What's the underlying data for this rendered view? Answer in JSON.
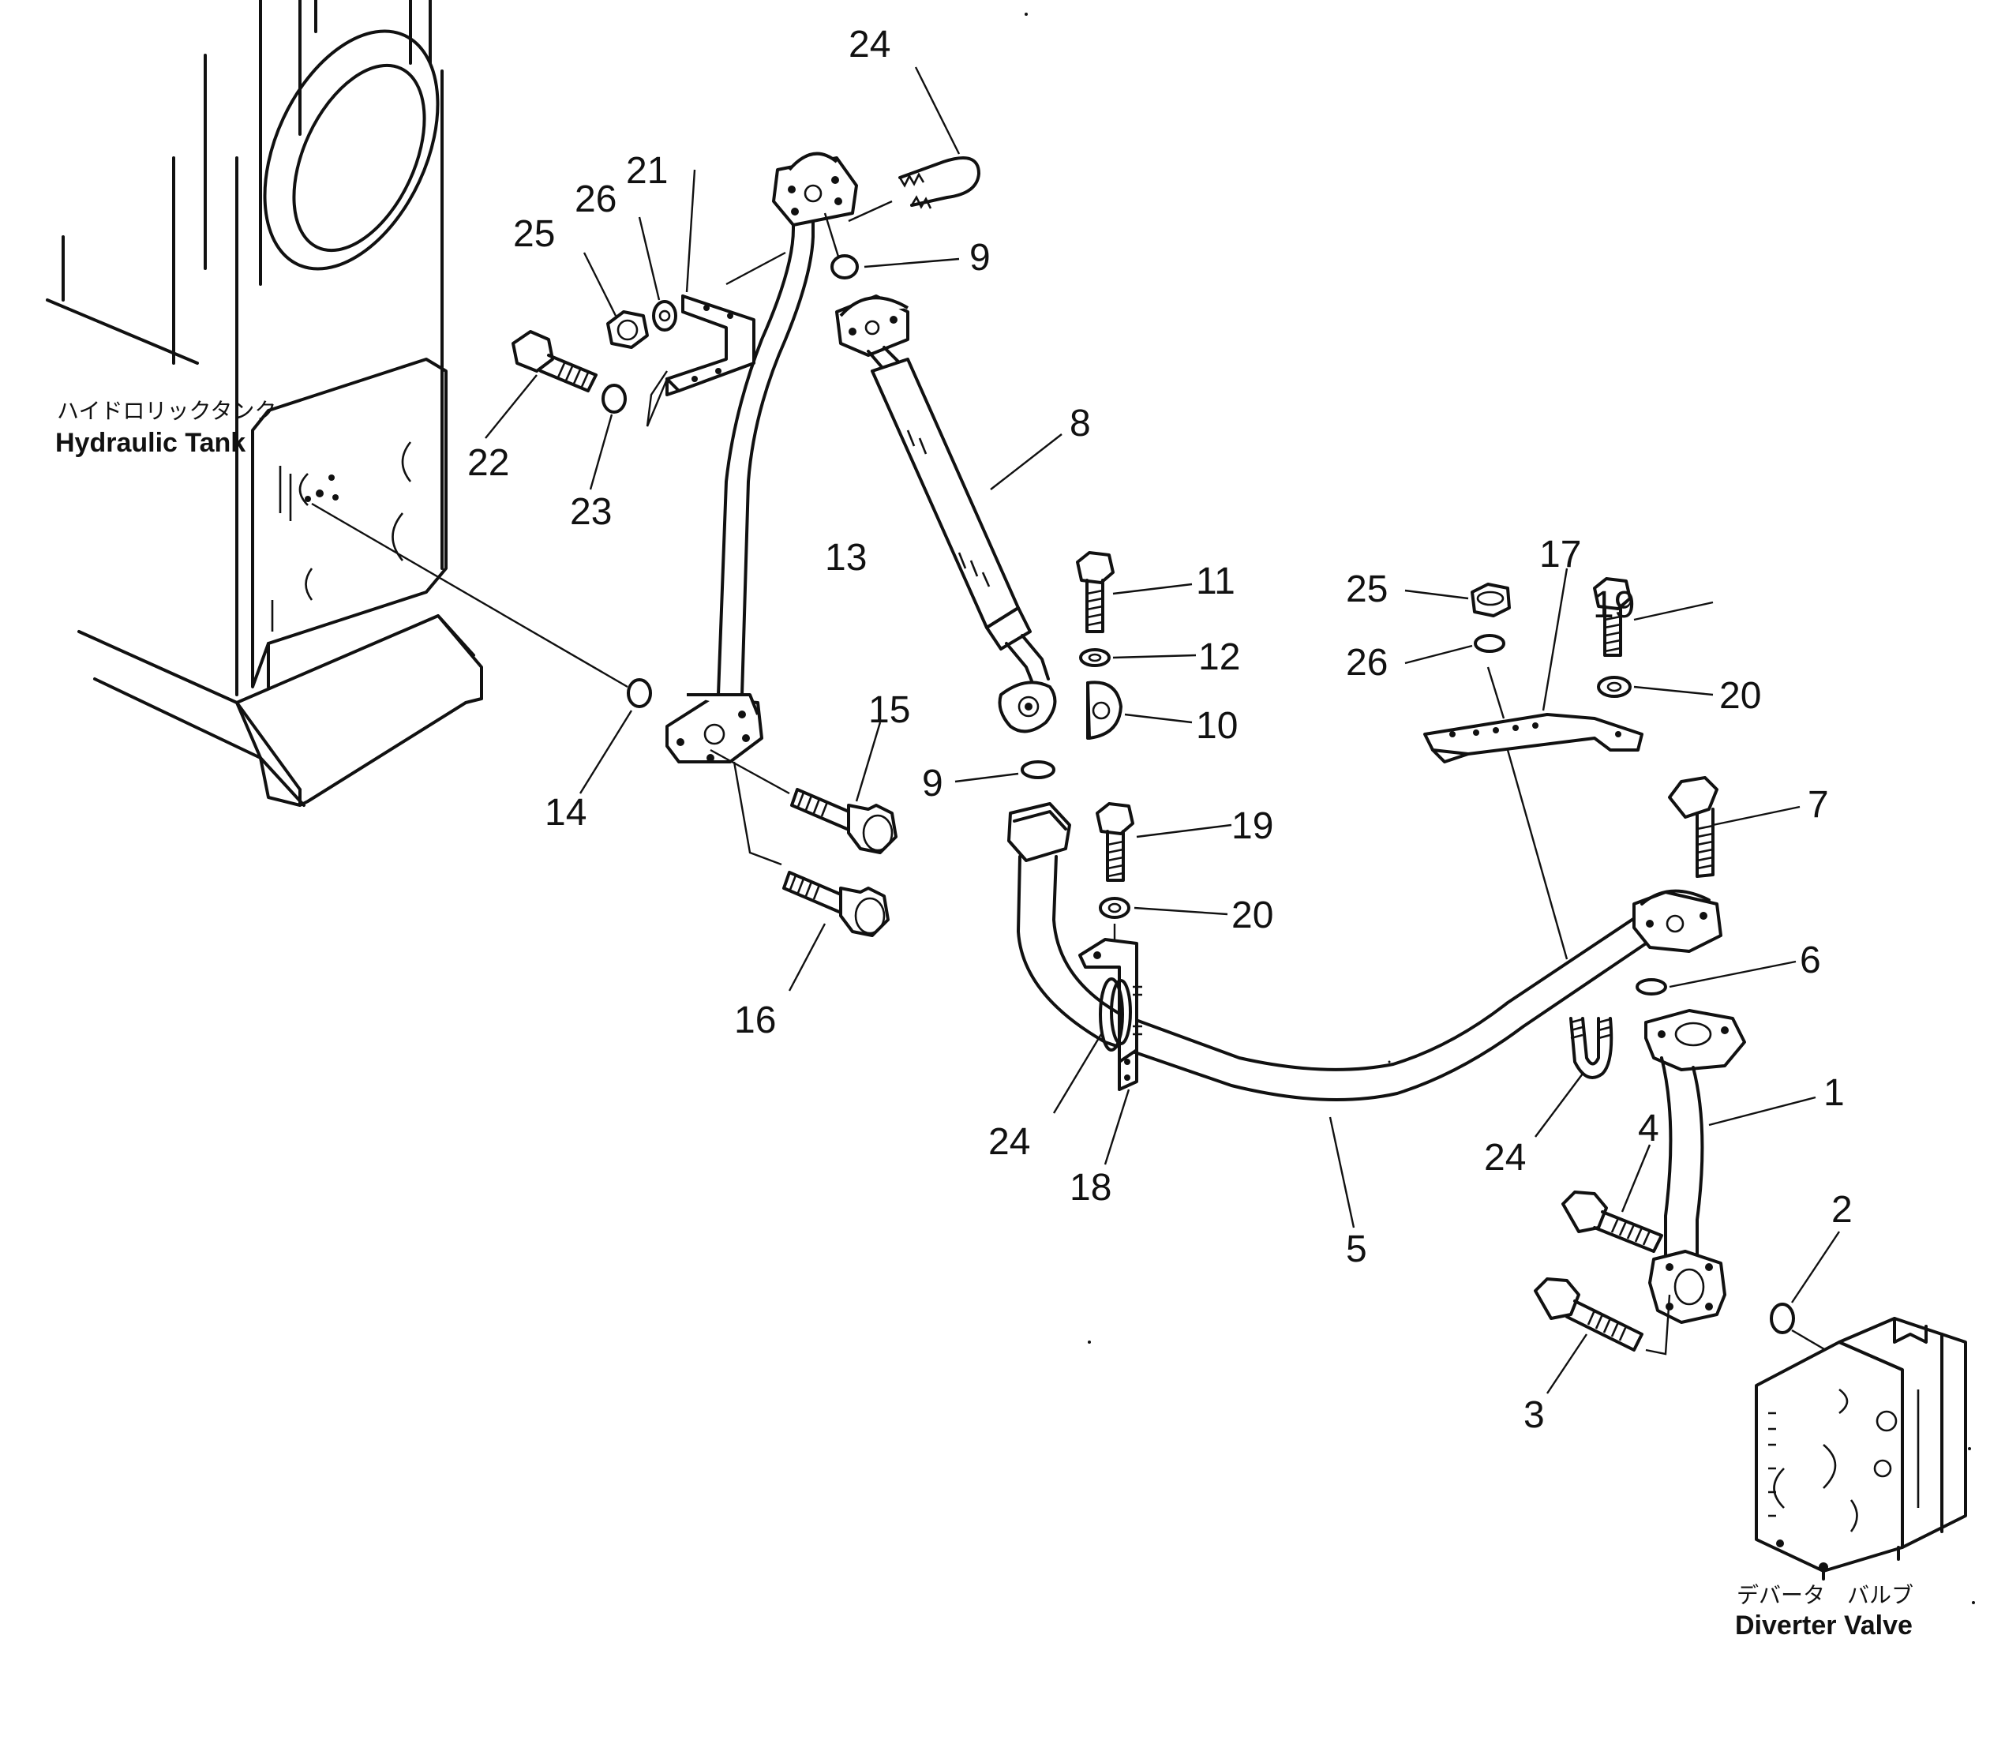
{
  "components": {
    "hydraulic_tank": {
      "label_jp": "ハイドロリックタンク",
      "label_en": "Hydraulic Tank"
    },
    "diverter_valve": {
      "label_jp": "デバータ　バルブ",
      "label_en": "Diverter Valve"
    }
  },
  "callouts": [
    "24",
    "9",
    "21",
    "26",
    "25",
    "8",
    "22",
    "23",
    "13",
    "11",
    "12",
    "10",
    "25",
    "19",
    "17",
    "26",
    "20",
    "15",
    "9",
    "14",
    "19",
    "7",
    "20",
    "16",
    "6",
    "1",
    "24",
    "24",
    "18",
    "4",
    "2",
    "5",
    "3"
  ]
}
